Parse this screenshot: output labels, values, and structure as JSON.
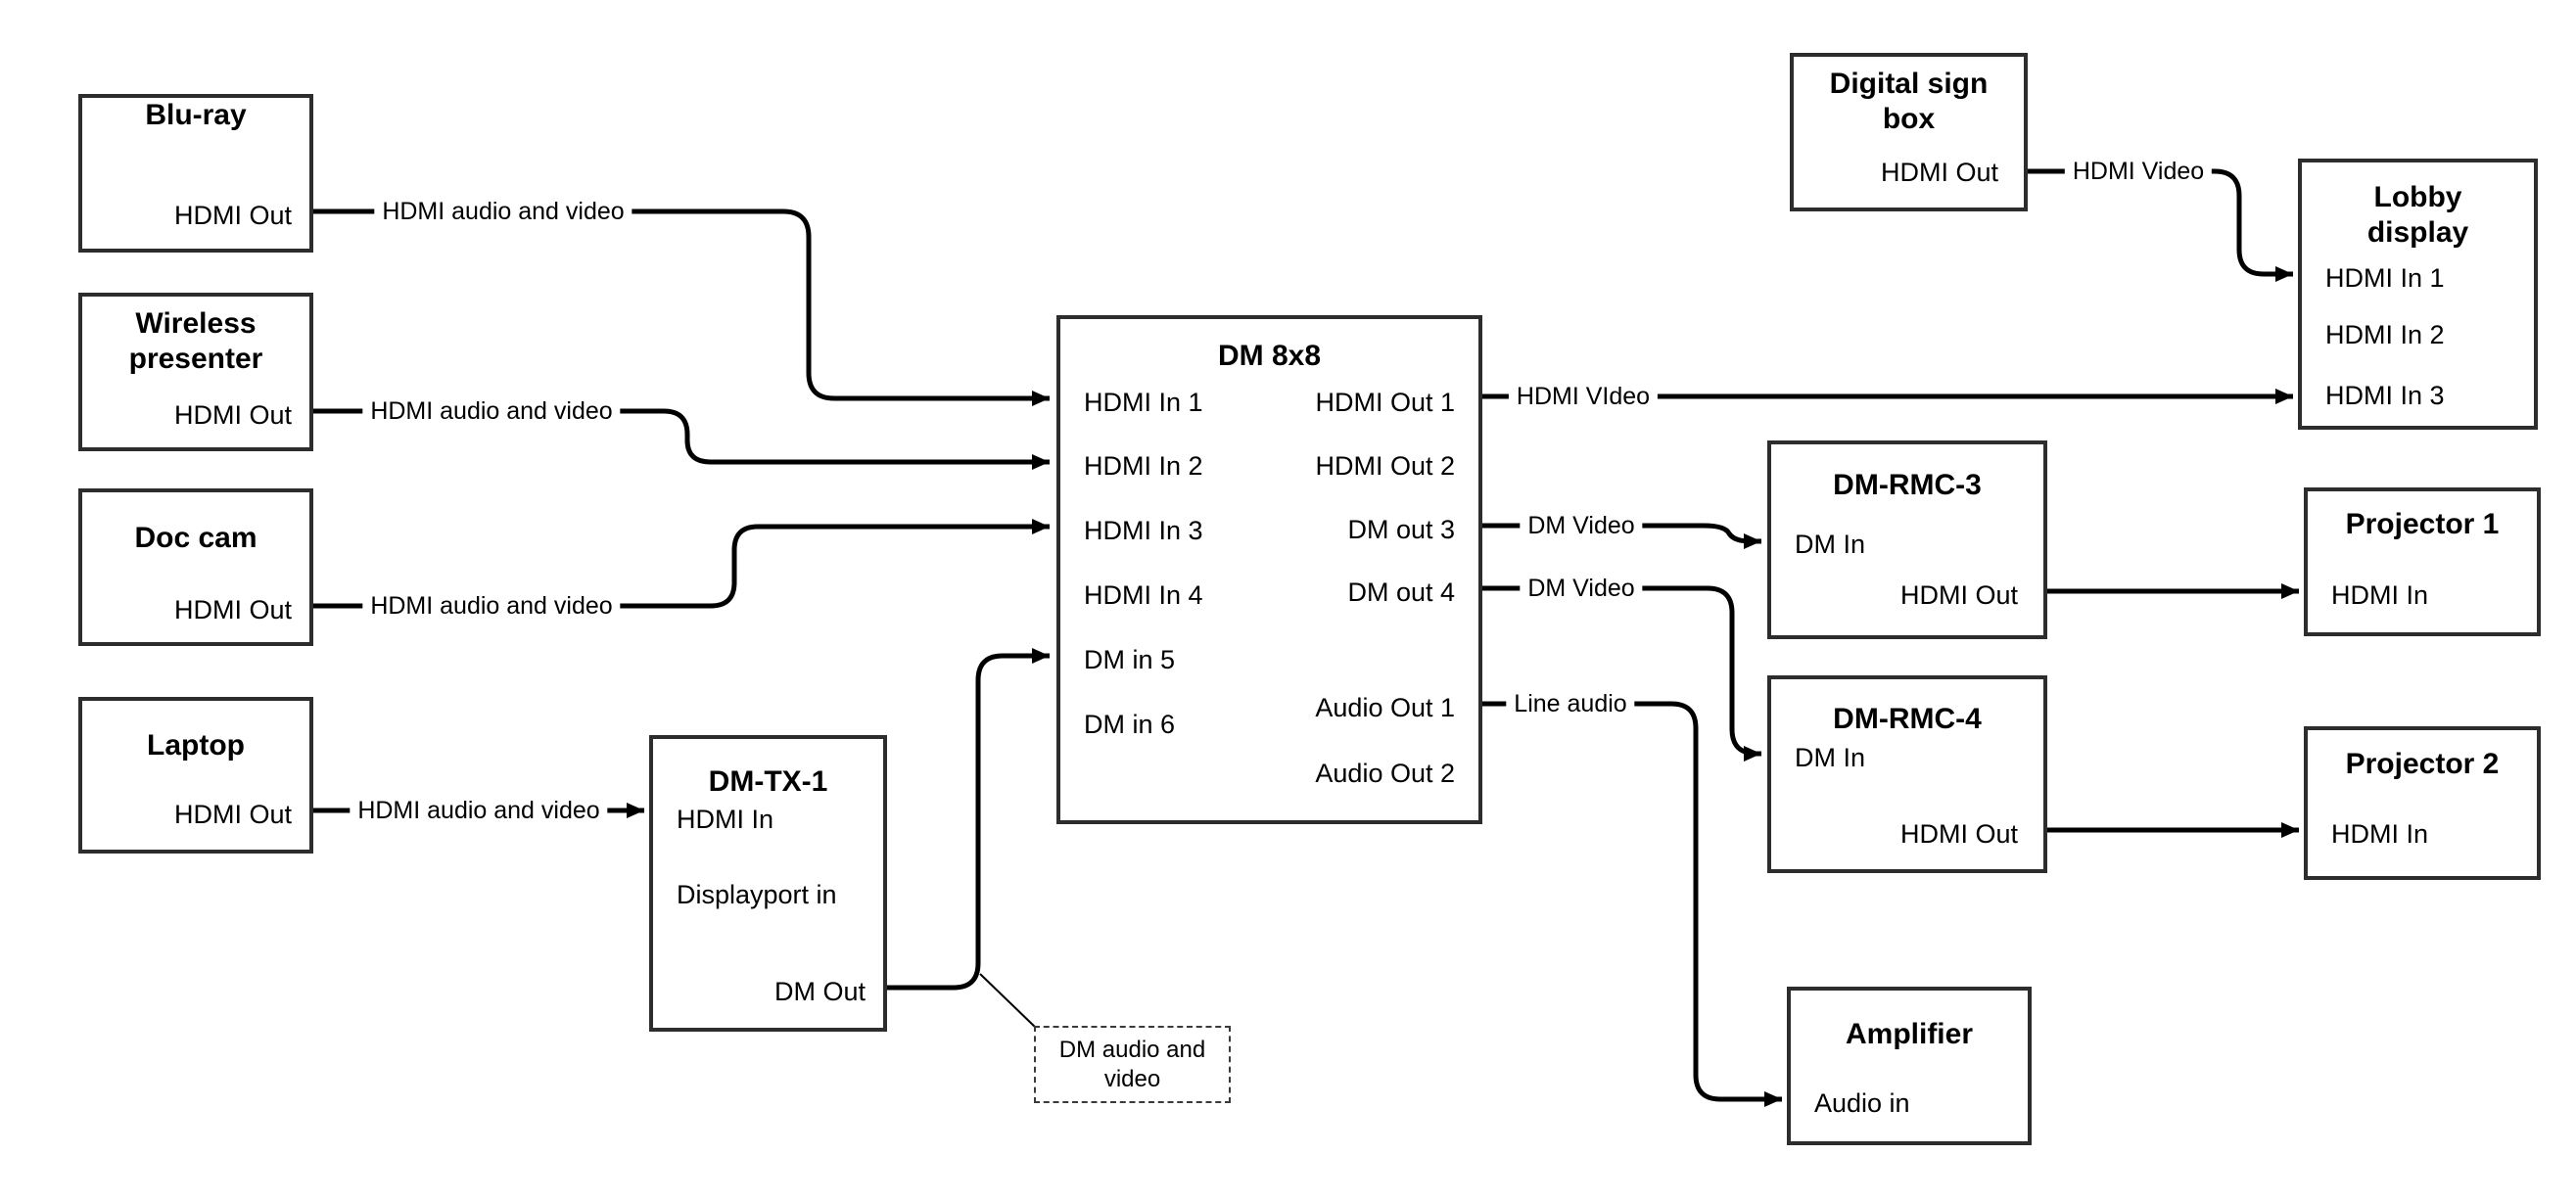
{
  "nodes": {
    "bluray": {
      "title": "Blu-ray",
      "ports": {
        "hdmi_out": "HDMI Out"
      }
    },
    "wireless": {
      "title": "Wireless presenter",
      "ports": {
        "hdmi_out": "HDMI Out"
      }
    },
    "doccam": {
      "title": "Doc cam",
      "ports": {
        "hdmi_out": "HDMI Out"
      }
    },
    "laptop": {
      "title": "Laptop",
      "ports": {
        "hdmi_out": "HDMI Out"
      }
    },
    "dmtx1": {
      "title": "DM-TX-1",
      "ports": {
        "hdmi_in": "HDMI In",
        "dp_in": "Displayport in",
        "dm_out": "DM Out"
      }
    },
    "dm8x8": {
      "title": "DM 8x8",
      "ports": {
        "in1": "HDMI In 1",
        "in2": "HDMI In 2",
        "in3": "HDMI In 3",
        "in4": "HDMI In 4",
        "in5": "DM in 5",
        "in6": "DM in 6",
        "out1": "HDMI Out 1",
        "out2": "HDMI Out 2",
        "out3": "DM out 3",
        "out4": "DM out 4",
        "aout1": "Audio Out 1",
        "aout2": "Audio Out 2"
      }
    },
    "digitalsign": {
      "title": "Digital sign box",
      "ports": {
        "hdmi_out": "HDMI Out"
      }
    },
    "lobby": {
      "title": "Lobby display",
      "ports": {
        "in1": "HDMI In 1",
        "in2": "HDMI In 2",
        "in3": "HDMI In 3"
      }
    },
    "dmrmc3": {
      "title": "DM-RMC-3",
      "ports": {
        "dm_in": "DM In",
        "hdmi_out": "HDMI Out"
      }
    },
    "proj1": {
      "title": "Projector 1",
      "ports": {
        "hdmi_in": "HDMI In"
      }
    },
    "dmrmc4": {
      "title": "DM-RMC-4",
      "ports": {
        "dm_in": "DM In",
        "hdmi_out": "HDMI Out"
      }
    },
    "proj2": {
      "title": "Projector 2",
      "ports": {
        "hdmi_in": "HDMI In"
      }
    },
    "amplifier": {
      "title": "Amplifier",
      "ports": {
        "audio_in": "Audio in"
      }
    }
  },
  "cables": {
    "bluray_av": "HDMI audio and video",
    "wireless_av": "HDMI audio and video",
    "doccam_av": "HDMI audio and video",
    "laptop_av": "HDMI audio and video",
    "hdmi_video_out1": "HDMI VIdeo",
    "hdmi_video_sign": "HDMI Video",
    "dm_video_3": "DM Video",
    "dm_video_4": "DM Video",
    "line_audio": "Line audio",
    "note_dm_av": "DM audio and video"
  },
  "colors": {
    "line": "#000000",
    "box_border": "#2d2d2d",
    "background": "#ffffff",
    "text": "#000000"
  }
}
